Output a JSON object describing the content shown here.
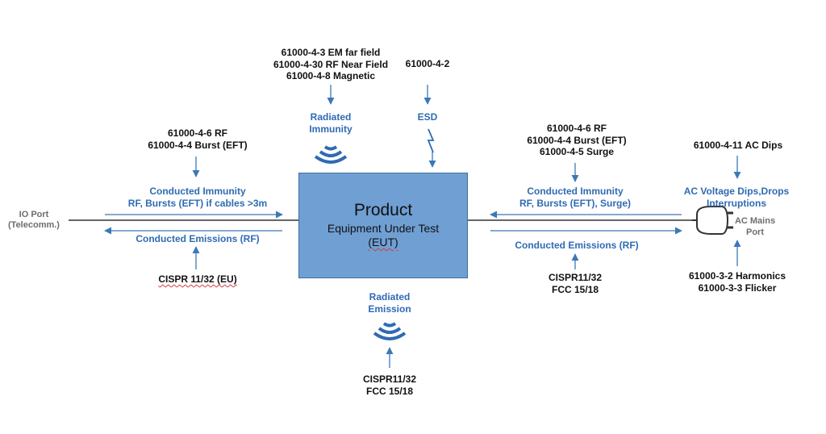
{
  "colors": {
    "accent_text": "#2f6bb3",
    "arrow": "#3b78b8",
    "box_fill": "#6f9fd3",
    "line": "#666666",
    "label_text": "#111111",
    "port_text": "#6e6e6e"
  },
  "product": {
    "title": "Product",
    "subtitle_1": "Equipment Under Test",
    "subtitle_2": "(EUT)"
  },
  "top": {
    "radiated_standards": [
      "61000-4-3 EM far field",
      "61000-4-30 RF Near Field",
      "61000-4-8 Magnetic"
    ],
    "radiated_label": [
      "Radiated",
      "Immunity"
    ],
    "esd_standard": "61000-4-2",
    "esd_label": "ESD"
  },
  "left": {
    "standards": [
      "61000-4-6 RF",
      "61000-4-4 Burst (EFT)"
    ],
    "immunity_label": [
      "Conducted Immunity",
      "RF, Bursts (EFT) if cables >3m"
    ],
    "emissions_label": "Conducted Emissions (RF)",
    "emissions_standard": "CISPR 11/32 (EU)",
    "port_label": [
      "IO Port",
      "(Telecomm.)"
    ]
  },
  "right": {
    "standards": [
      "61000-4-6 RF",
      "61000-4-4 Burst (EFT)",
      "61000-4-5 Surge"
    ],
    "immunity_label": [
      "Conducted Immunity",
      "RF, Bursts (EFT), Surge)"
    ],
    "emissions_label": "Conducted Emissions (RF)",
    "emissions_standards": [
      "CISPR11/32",
      "FCC 15/18"
    ]
  },
  "mains": {
    "dips_standard": "61000-4-11 AC Dips",
    "dips_label": [
      "AC Voltage Dips,Drops",
      "Interruptions"
    ],
    "port_label": [
      "AC Mains",
      "Port"
    ],
    "harmonics_standards": [
      "61000-3-2 Harmonics",
      "61000-3-3 Flicker"
    ]
  },
  "bottom": {
    "radiated_label": [
      "Radiated",
      "Emission"
    ],
    "standards": [
      "CISPR11/32",
      "FCC 15/18"
    ]
  },
  "icons": [
    "wifi-signal-icon",
    "lightning-bolt-icon",
    "power-plug-icon",
    "arrow-icon"
  ]
}
